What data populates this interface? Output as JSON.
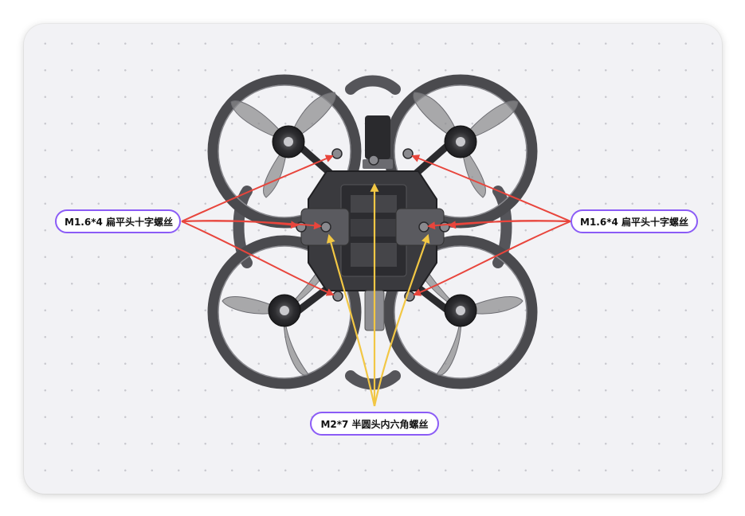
{
  "callouts": {
    "left": "M1.6*4 扁平头十字螺丝",
    "right": "M1.6*4 扁平头十字螺丝",
    "bottom": "M2*7 半圆头内六角螺丝"
  },
  "colors": {
    "background": "#f2f2f5",
    "callout_border": "#8b5cf6",
    "red_arrow": "#e8453c",
    "yellow_arrow": "#f2c744",
    "frame": "#4a4a4e"
  },
  "subject": {
    "object": "cinewhoop-drone-top-view",
    "propeller_count": 4,
    "red_screw_count": 8,
    "yellow_screw_count": 3
  }
}
